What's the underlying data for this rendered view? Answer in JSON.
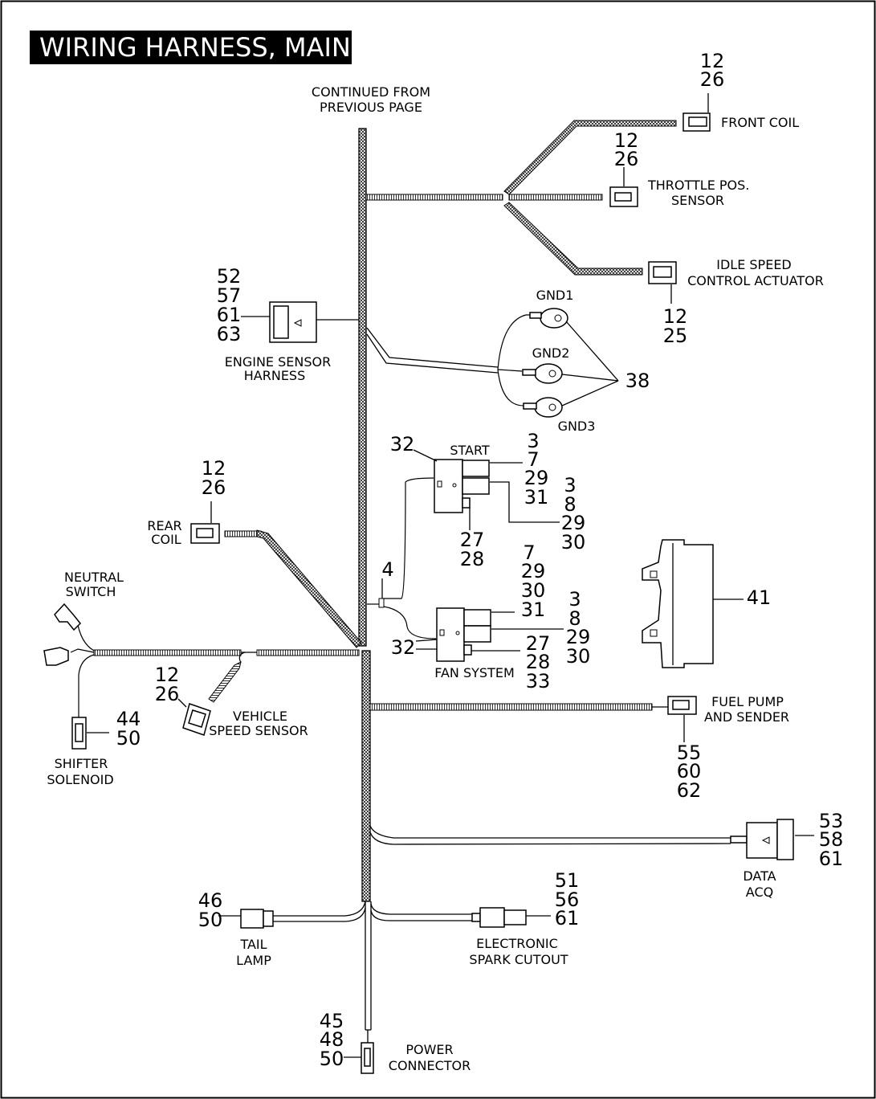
{
  "title": "WIRING HARNESS, MAIN",
  "continued": [
    "CONTINUED FROM",
    "PREVIOUS PAGE"
  ],
  "components": {
    "front_coil": {
      "label": [
        "FRONT  COIL"
      ],
      "refs": [
        "12",
        "26"
      ]
    },
    "throttle_pos_sensor": {
      "label": [
        "THROTTLE POS.",
        "SENSOR"
      ],
      "refs": [
        "12",
        "26"
      ]
    },
    "idle_speed_control_actuator": {
      "label": [
        "IDLE SPEED",
        "CONTROL ACTUATOR"
      ],
      "refs": [
        "12",
        "25"
      ]
    },
    "engine_sensor_harness": {
      "label": [
        "ENGINE SENSOR",
        "HARNESS"
      ],
      "refs": [
        "52",
        "57",
        "61",
        "63"
      ]
    },
    "grounds": {
      "labels": [
        "GND1",
        "GND2",
        "GND3"
      ],
      "refs": [
        "38"
      ]
    },
    "start_relay": {
      "label": [
        "START"
      ],
      "refs_bracket": [
        "32"
      ],
      "refs_upper": [
        "3",
        "7",
        "29",
        "31"
      ],
      "refs_lower": [
        "3",
        "8",
        "29",
        "30"
      ],
      "refs_fuse": [
        "27",
        "28"
      ]
    },
    "splice": {
      "refs": [
        "4"
      ]
    },
    "rear_coil": {
      "label": [
        "REAR",
        "COIL"
      ],
      "refs": [
        "12",
        "26"
      ]
    },
    "module": {
      "refs": [
        "41"
      ]
    },
    "fan_system": {
      "label": [
        "FAN SYSTEM"
      ],
      "refs_bracket": [
        "32"
      ],
      "refs_upper": [
        "7",
        "29",
        "30",
        "31"
      ],
      "refs_lower": [
        "3",
        "8",
        "29",
        "30"
      ],
      "refs_fuse": [
        "27",
        "28",
        "33"
      ]
    },
    "neutral_switch": {
      "label": [
        "NEUTRAL",
        "SWITCH"
      ]
    },
    "shifter_solenoid": {
      "label": [
        "SHIFTER",
        "SOLENOID"
      ],
      "refs": [
        "44",
        "50"
      ]
    },
    "vehicle_speed_sensor": {
      "label": [
        "VEHICLE",
        "SPEED SENSOR"
      ],
      "refs": [
        "12",
        "26"
      ]
    },
    "fuel_pump": {
      "label": [
        "FUEL PUMP",
        "AND SENDER"
      ],
      "refs": [
        "55",
        "60",
        "62"
      ]
    },
    "data_acq": {
      "label": [
        "DATA",
        "ACQ"
      ],
      "refs": [
        "53",
        "58",
        "61"
      ]
    },
    "tail_lamp": {
      "label": [
        "TAIL",
        "LAMP"
      ],
      "refs": [
        "46",
        "50"
      ]
    },
    "electronic_spark_cutout": {
      "label": [
        "ELECTRONIC",
        "SPARK CUTOUT"
      ],
      "refs": [
        "51",
        "56",
        "61"
      ]
    },
    "power_connector": {
      "label": [
        "POWER",
        "CONNECTOR"
      ],
      "refs": [
        "45",
        "48",
        "50"
      ]
    }
  }
}
